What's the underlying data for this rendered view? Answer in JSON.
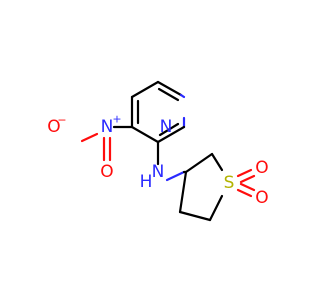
{
  "molecule": {
    "atoms": {
      "pyridine_n": {
        "label": "N",
        "color": "#2a2aff"
      },
      "nitro_n": {
        "label": "N",
        "charge": "+",
        "color": "#2a2aff"
      },
      "nitro_o_minus": {
        "label": "O",
        "charge": "−",
        "color": "#ff0d0d"
      },
      "nitro_o": {
        "label": "O",
        "color": "#ff0d0d"
      },
      "amine_n": {
        "label": "N",
        "color": "#2a2aff"
      },
      "amine_h": {
        "label": "H",
        "color": "#2a2aff"
      },
      "sulfur": {
        "label": "S",
        "color": "#b3b300"
      },
      "sulfone_o1": {
        "label": "O",
        "color": "#ff0d0d"
      },
      "sulfone_o2": {
        "label": "O",
        "color": "#ff0d0d"
      }
    }
  }
}
